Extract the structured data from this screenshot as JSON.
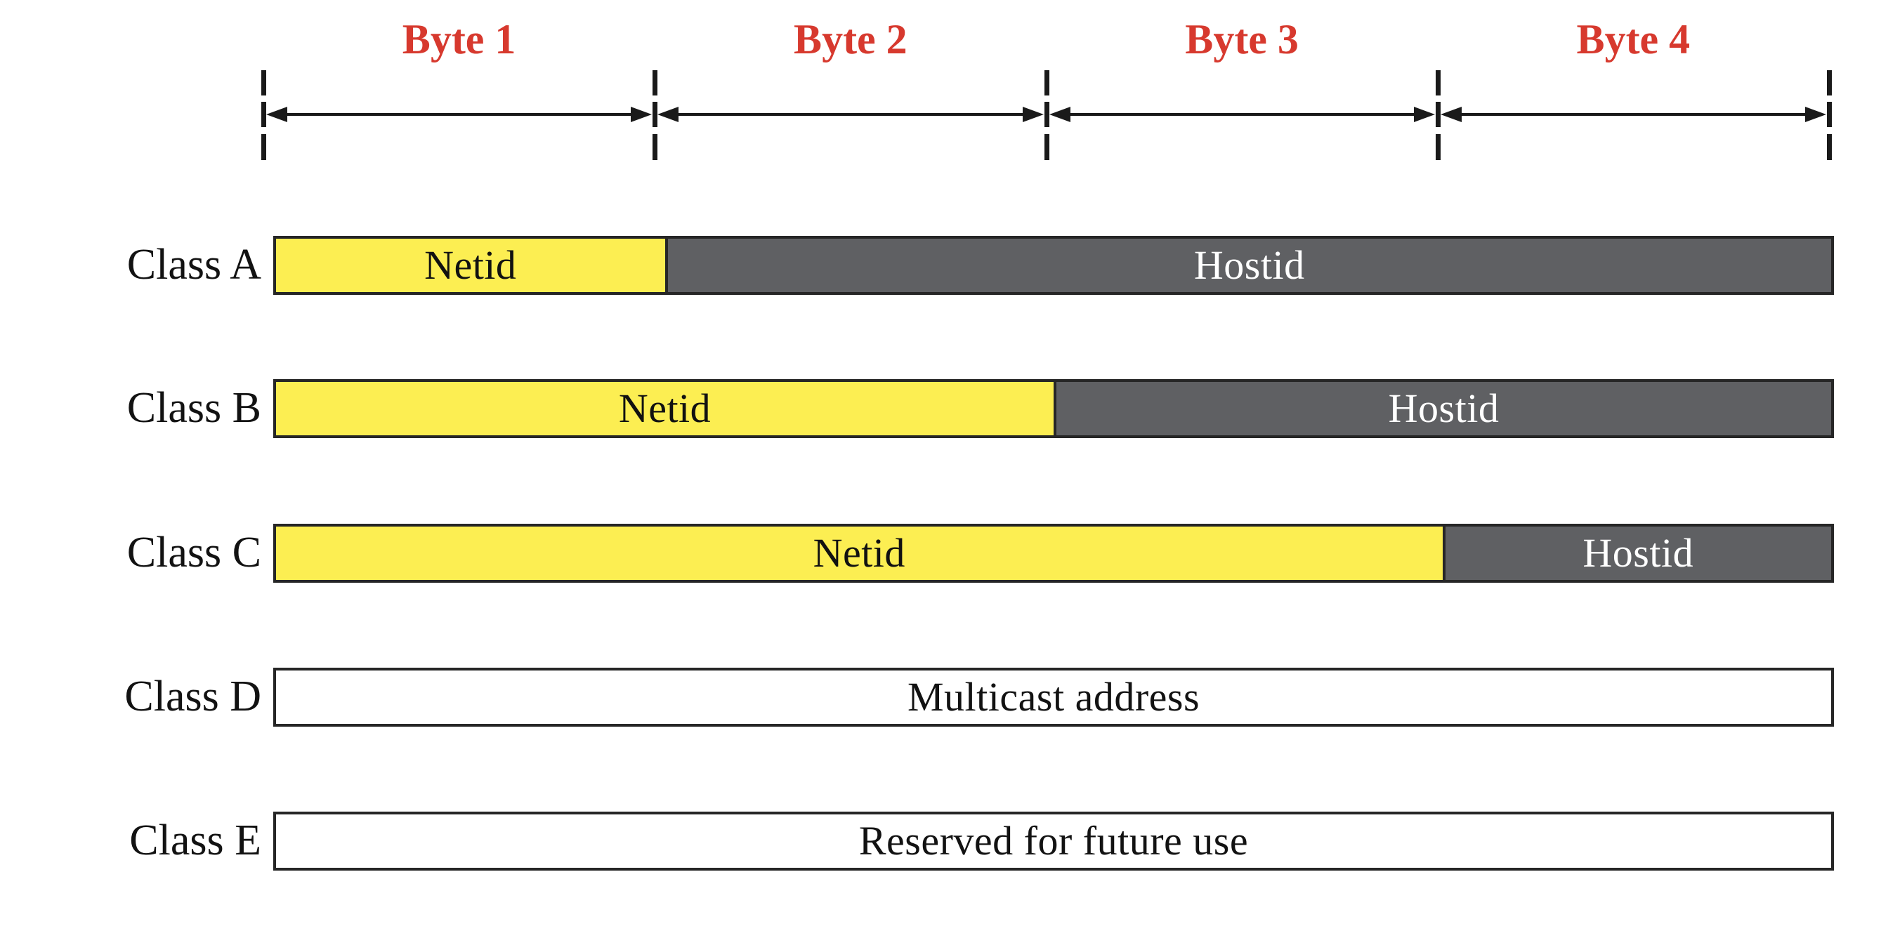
{
  "diagram": {
    "title": "IPv4 address classes byte layout",
    "colors": {
      "netid_fill": "#fcee52",
      "hostid_fill": "#5f6063",
      "plain_fill": "#ffffff",
      "border": "#262626",
      "byte_label": "#d7392e",
      "text_dark": "#121212",
      "text_light": "#ffffff"
    },
    "ruler": {
      "bytes": [
        {
          "label": "Byte 1"
        },
        {
          "label": "Byte 2"
        },
        {
          "label": "Byte 3"
        },
        {
          "label": "Byte 4"
        }
      ],
      "tick_count": 5
    },
    "rows": [
      {
        "label": "Class A",
        "segments": [
          {
            "text": "Netid",
            "kind": "netid",
            "bytes": 1
          },
          {
            "text": "Hostid",
            "kind": "hostid",
            "bytes": 3
          }
        ]
      },
      {
        "label": "Class B",
        "segments": [
          {
            "text": "Netid",
            "kind": "netid",
            "bytes": 2
          },
          {
            "text": "Hostid",
            "kind": "hostid",
            "bytes": 2
          }
        ]
      },
      {
        "label": "Class C",
        "segments": [
          {
            "text": "Netid",
            "kind": "netid",
            "bytes": 3
          },
          {
            "text": "Hostid",
            "kind": "hostid",
            "bytes": 1
          }
        ]
      },
      {
        "label": "Class D",
        "segments": [
          {
            "text": "Multicast address",
            "kind": "plain",
            "bytes": 4
          }
        ]
      },
      {
        "label": "Class E",
        "segments": [
          {
            "text": "Reserved for future use",
            "kind": "plain",
            "bytes": 4
          }
        ]
      }
    ]
  }
}
